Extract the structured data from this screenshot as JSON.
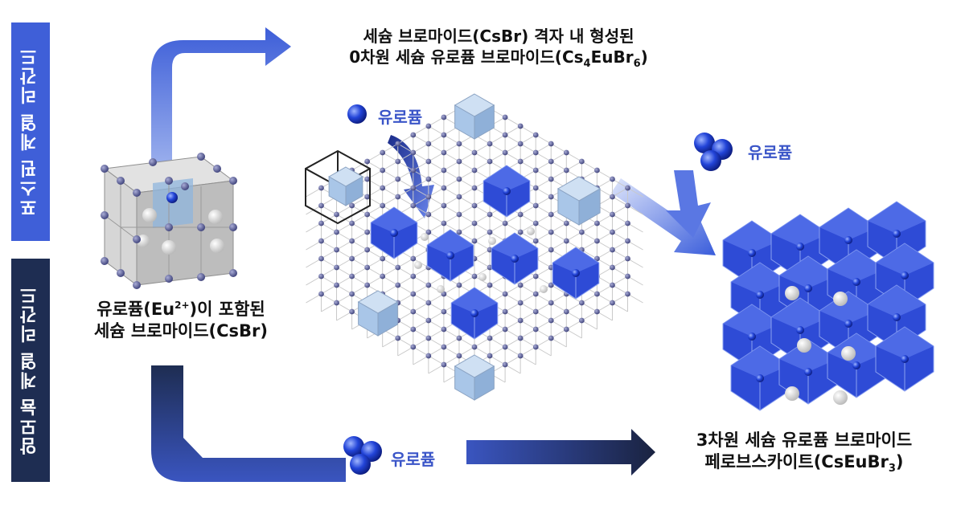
{
  "sidebar": {
    "top_label": "포스핀 계열 리간드",
    "bottom_label": "암모늄 계열 리간드",
    "top_color": "#3f5fd8",
    "bottom_color": "#1e2d52"
  },
  "captions": {
    "top_line1": "세슘 브로마이드(CsBr) 격자 내 형성된",
    "top_line2_a": "0차원 세슘 유로퓸 브로마이드(Cs",
    "top_line2_sub1": "4",
    "top_line2_b": "EuBr",
    "top_line2_sub2": "6",
    "top_line2_c": ")",
    "left_line1_a": "유로퓸(Eu",
    "left_line1_sup": "2+",
    "left_line1_b": ")이 포함된",
    "left_line2": "세슘 브로마이드(CsBr)",
    "right_line1": "3차원 세슘 유로퓸 브로마이드",
    "right_line2_a": "페로브스카이트(CsEuBr",
    "right_line2_sub": "3",
    "right_line2_b": ")"
  },
  "labels": {
    "europium_top": "유로퓸",
    "europium_right": "유로퓸",
    "europium_bottom": "유로퓸"
  },
  "colors": {
    "arrow_light": "#4e6be0",
    "arrow_dark": "#1a2340",
    "octahedron": "#2e4bd6",
    "cube_face": "#a9c6e8",
    "atom": "#5b5f9a",
    "atom_white": "#e8e8e8"
  }
}
